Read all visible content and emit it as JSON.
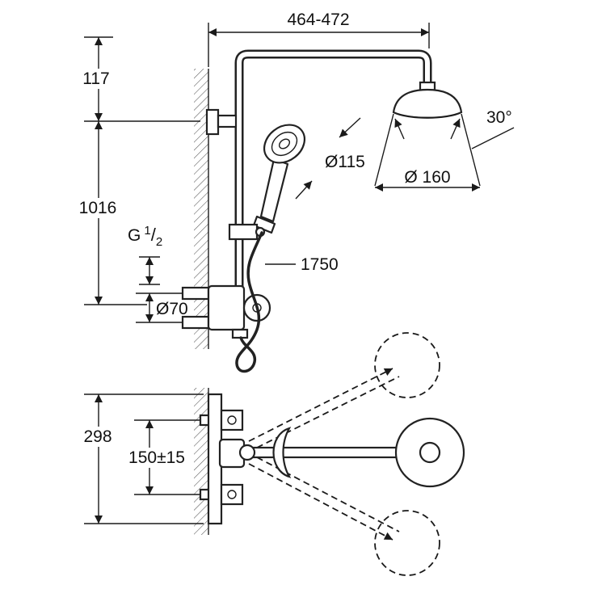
{
  "colors": {
    "background": "#ffffff",
    "ink": "#1a1a1a"
  },
  "labels": {
    "top_width": "464-472",
    "upper_offset": "117",
    "rail_height": "1016",
    "thread_prefix": "G",
    "thread_numerator": "1",
    "thread_slash": "/",
    "thread_denominator": "2",
    "supply_diameter": "Ø70",
    "handshower_diameter": "Ø115",
    "spray_angle": "30°",
    "headshower_diameter": "Ø 160",
    "hose_length": "1750",
    "wall_offset": "298",
    "supply_spacing": "150±15"
  }
}
